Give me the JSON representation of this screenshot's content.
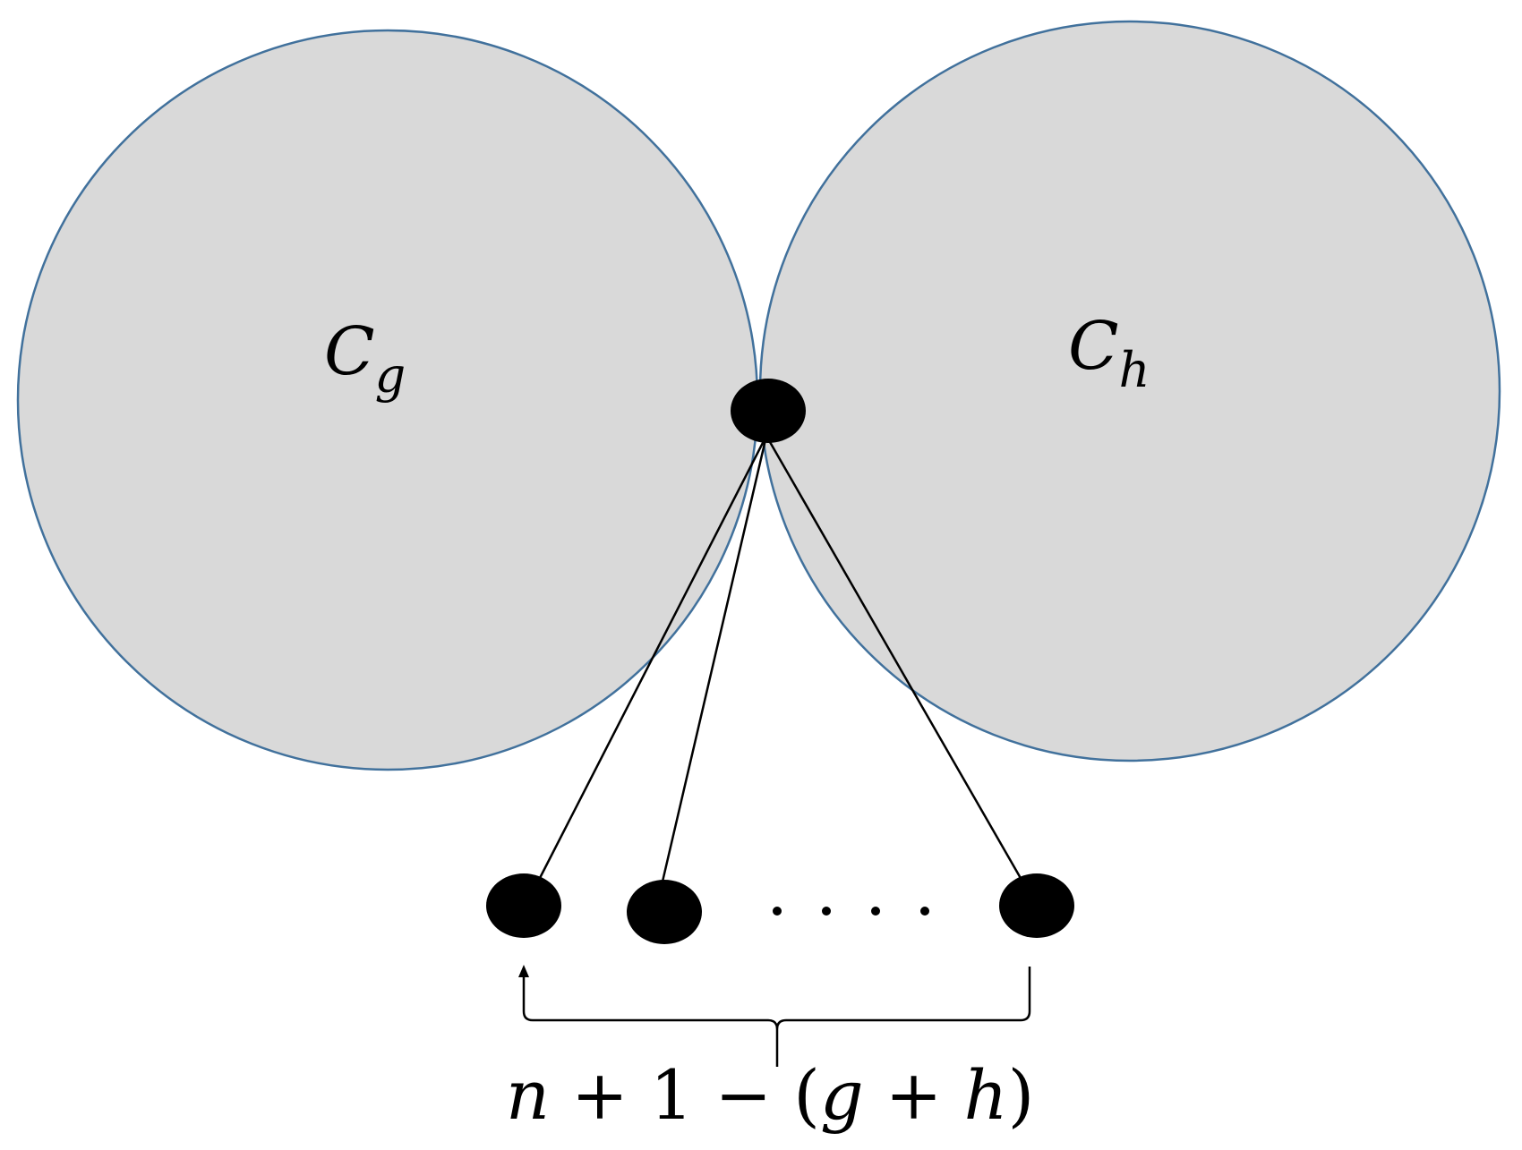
{
  "diagram": {
    "left_cluster": {
      "letter": "C",
      "subscript": "g"
    },
    "right_cluster": {
      "letter": "C",
      "subscript": "h"
    },
    "ellipsis": "· · · ·",
    "bracket_expression": {
      "n": "n",
      "plus1": " + 1 − (",
      "g": "g",
      "plus": " + ",
      "h": "h",
      "close": ")"
    }
  },
  "colors": {
    "cluster_fill": "#d9d9d9",
    "cluster_stroke": "#41719c",
    "vertex": "#000000",
    "edge": "#000000",
    "background": "#ffffff"
  }
}
